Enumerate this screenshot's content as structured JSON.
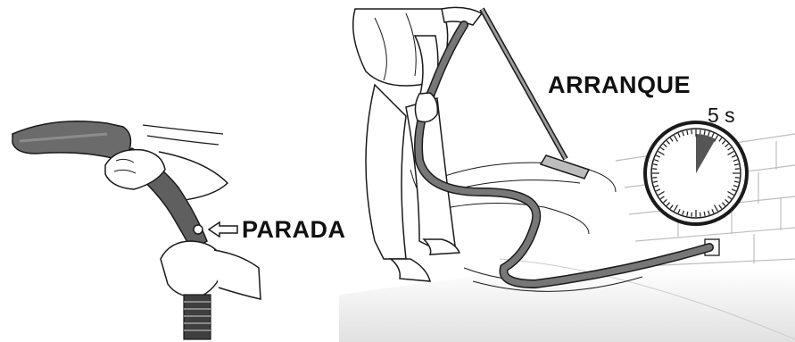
{
  "labels": {
    "stop": "PARADA",
    "start": "ARRANQUE",
    "timer": "5 s"
  },
  "timer": {
    "seconds": 5,
    "icon": "stopwatch-icon"
  },
  "colors": {
    "hose": "#6f6f6f",
    "hose_dark": "#4a4a4a",
    "line": "#1a1a1a",
    "sector": "#555555"
  }
}
